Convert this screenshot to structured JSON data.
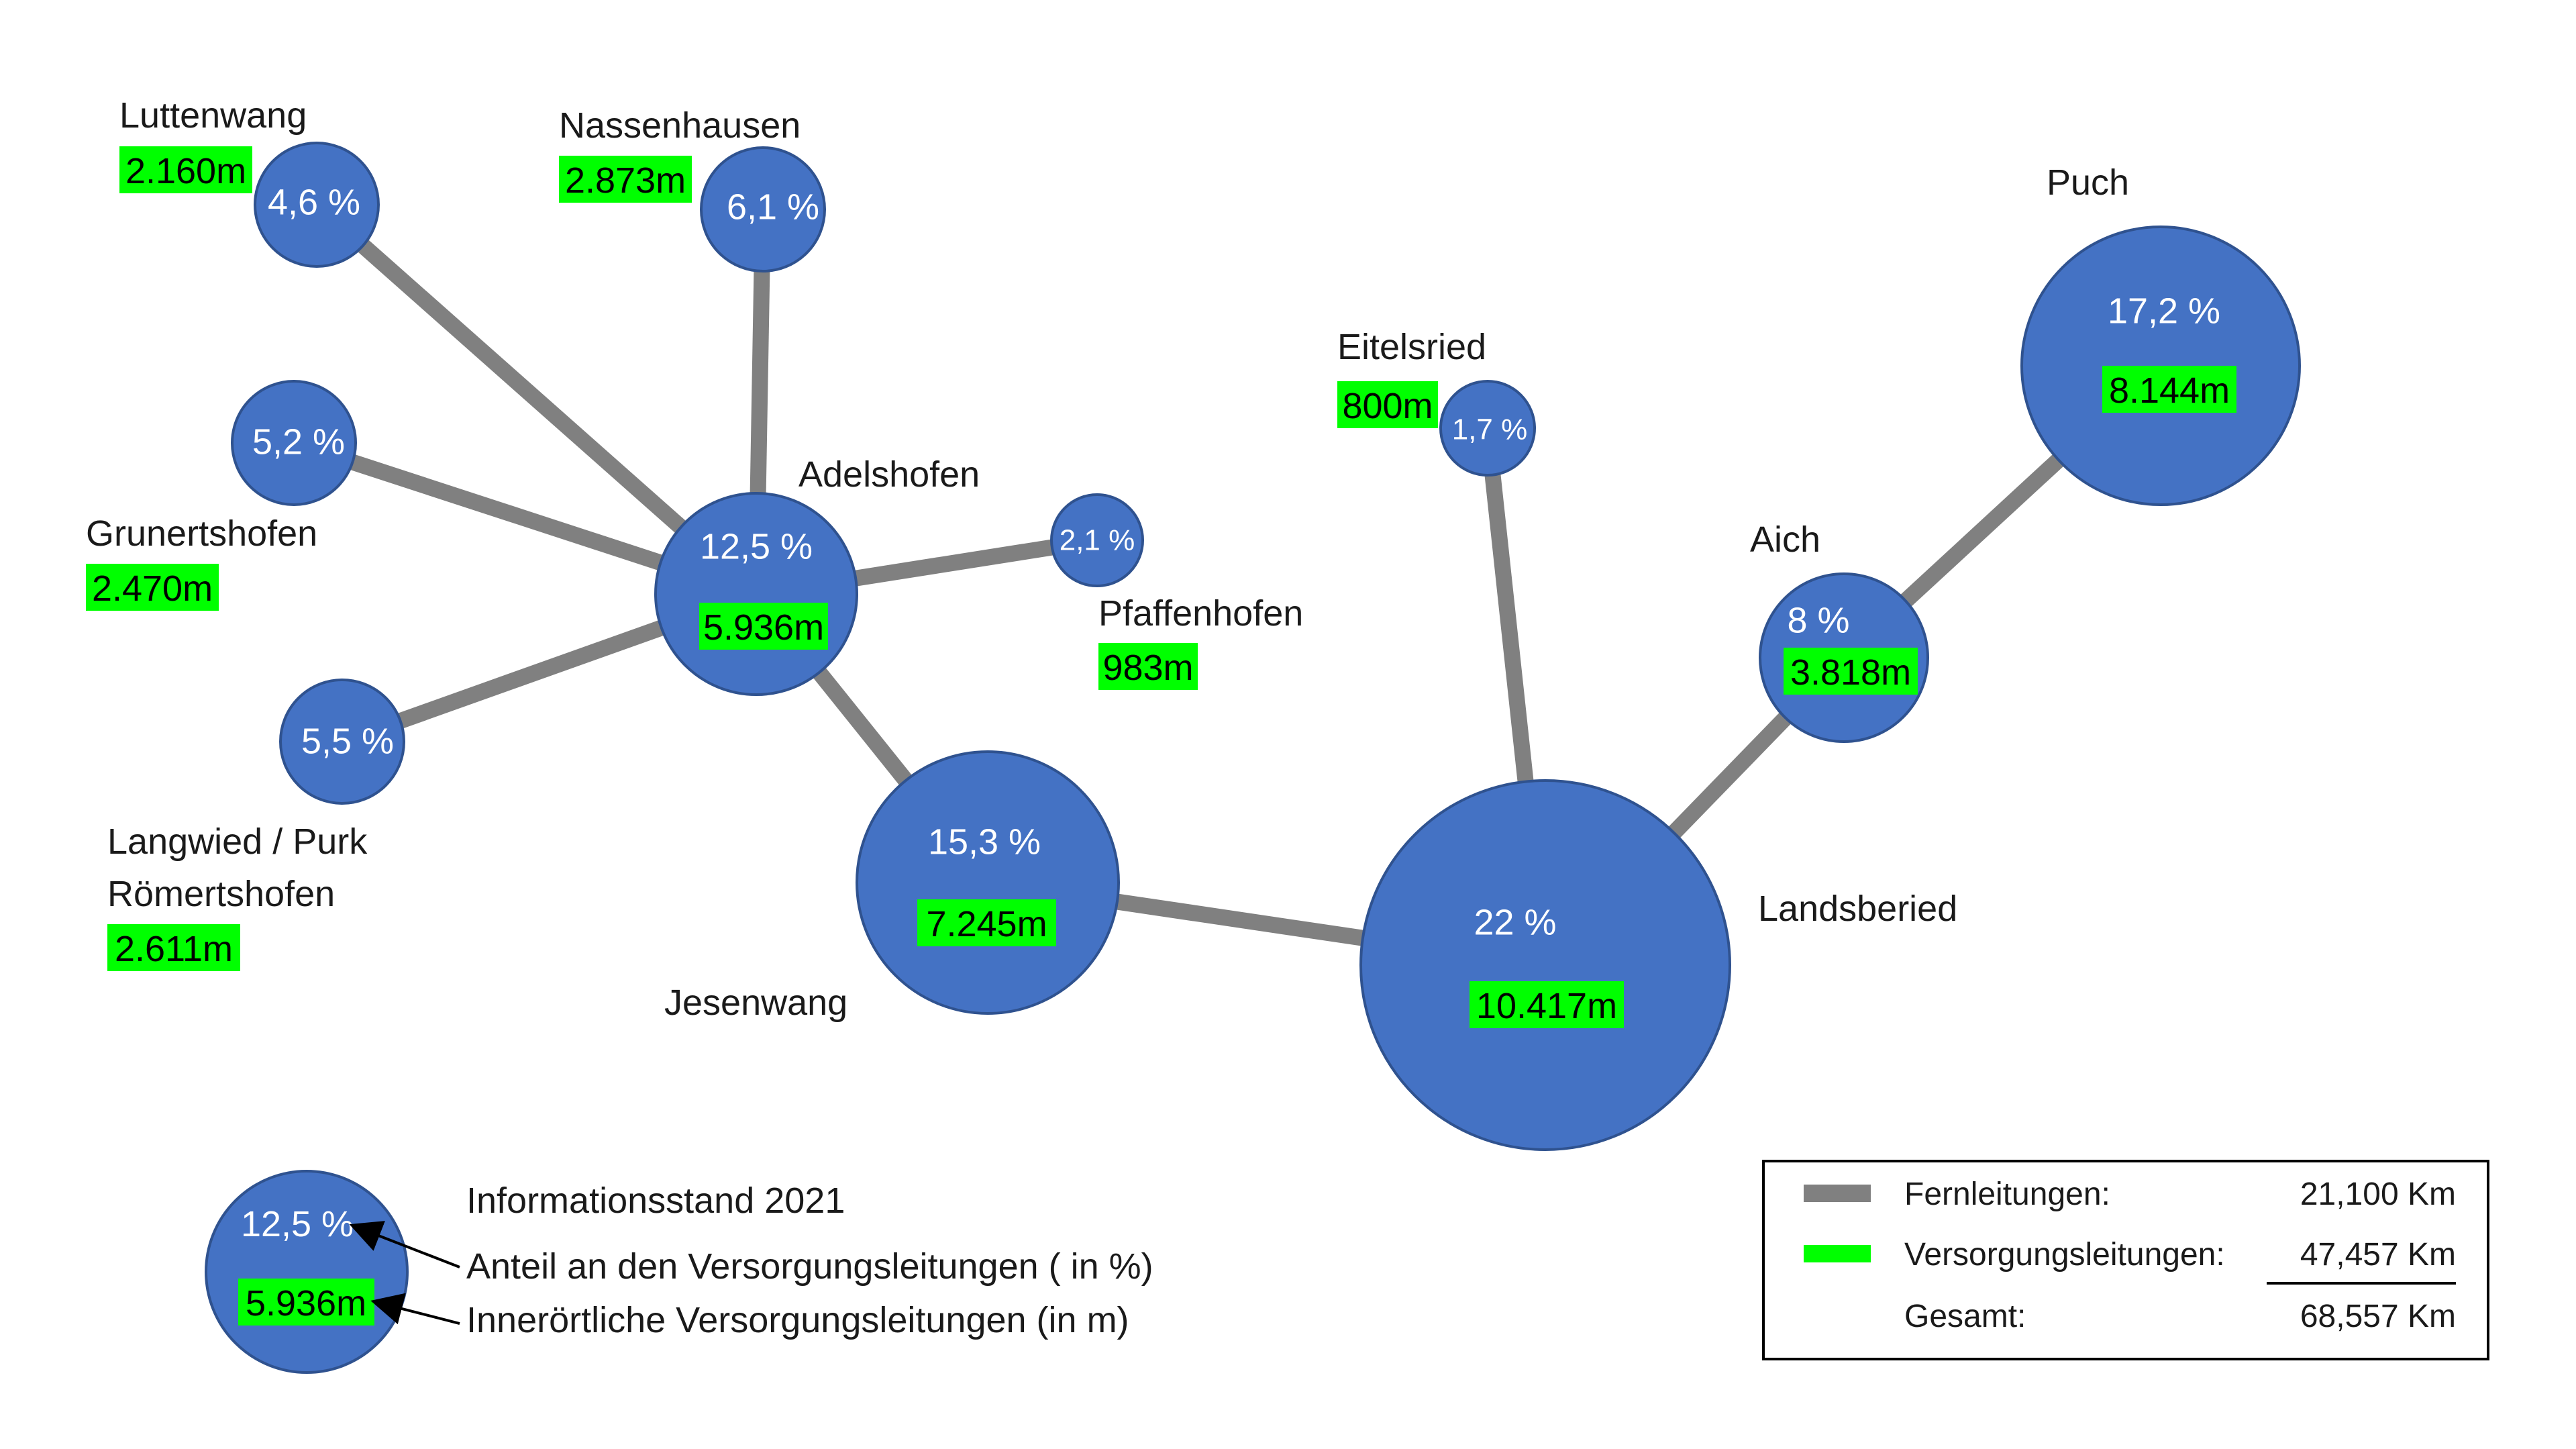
{
  "colors": {
    "node_fill": "#4472c4",
    "node_stroke": "#2f528f",
    "pipe": "#808080",
    "highlight": "#00ff00",
    "text": "#1a1a1a",
    "background": "#ffffff"
  },
  "nodes": [
    {
      "id": "luttenwang",
      "name": "Luttenwang",
      "percent": "4,6 %",
      "length": "2.160m"
    },
    {
      "id": "nassenhausen",
      "name": "Nassenhausen",
      "percent": "6,1 %",
      "length": "2.873m"
    },
    {
      "id": "grunertshofen",
      "name": "Grunertshofen",
      "percent": "5,2 %",
      "length": "2.470m"
    },
    {
      "id": "adelshofen",
      "name": "Adelshofen",
      "percent": "12,5 %",
      "length": "5.936m"
    },
    {
      "id": "pfaffenhofen",
      "name": "Pfaffenhofen",
      "percent": "2,1 %",
      "length": "983m"
    },
    {
      "id": "langwied",
      "name": "Langwied / Purk",
      "name2": "Römertshofen",
      "percent": "5,5 %",
      "length": "2.611m"
    },
    {
      "id": "jesenwang",
      "name": "Jesenwang",
      "percent": "15,3 %",
      "length": "7.245m"
    },
    {
      "id": "landsberied",
      "name": "Landsberied",
      "percent": "22 %",
      "length": "10.417m"
    },
    {
      "id": "eitelsried",
      "name": "Eitelsried",
      "percent": "1,7 %",
      "length": "800m"
    },
    {
      "id": "aich",
      "name": "Aich",
      "percent": "8 %",
      "length": "3.818m"
    },
    {
      "id": "puch",
      "name": "Puch",
      "percent": "17,2 %",
      "length": "8.144m"
    }
  ],
  "edges": [
    [
      "adelshofen",
      "luttenwang"
    ],
    [
      "adelshofen",
      "nassenhausen"
    ],
    [
      "adelshofen",
      "grunertshofen"
    ],
    [
      "adelshofen",
      "pfaffenhofen"
    ],
    [
      "adelshofen",
      "langwied"
    ],
    [
      "adelshofen",
      "jesenwang"
    ],
    [
      "jesenwang",
      "landsberied"
    ],
    [
      "landsberied",
      "eitelsried"
    ],
    [
      "landsberied",
      "aich"
    ],
    [
      "aich",
      "puch"
    ]
  ],
  "key": {
    "percent": "12,5 %",
    "length": "5.936m",
    "title": "Informationsstand 2021",
    "percent_desc": "Anteil an den Versorgungsleitungen ( in %)",
    "length_desc": "Innerörtliche Versorgungsleitungen (in m)"
  },
  "legend": {
    "rows": [
      {
        "label": "Fernleitungen:",
        "value": "21,100 Km",
        "swatch": "pipe"
      },
      {
        "label": "Versorgungsleitungen:",
        "value": "47,457 Km",
        "swatch": "highlight"
      },
      {
        "label": "Gesamt:",
        "value": "68,557 Km",
        "swatch": ""
      }
    ]
  }
}
